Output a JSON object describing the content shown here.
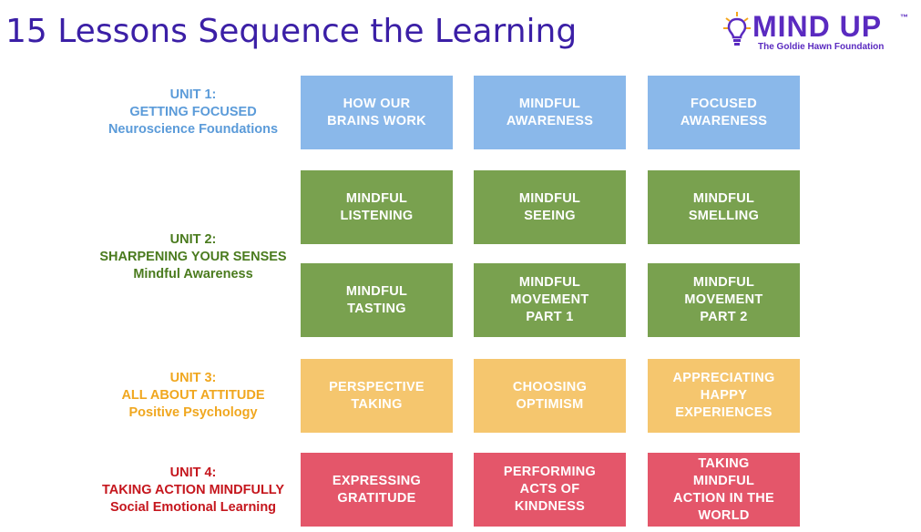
{
  "title": "15 Lessons Sequence the Learning",
  "logo": {
    "word": "MIND UP",
    "tm": "™",
    "subtitle": "The Goldie Hawn Foundation"
  },
  "colors": {
    "title": "#3b1fa6",
    "unit1": "#5b9bd9",
    "unit2": "#4a7b1e",
    "unit3": "#f0a71f",
    "unit4": "#c5161d",
    "tile_blue": "#8ab8ea",
    "tile_green": "#79a14f",
    "tile_yellow": "#f5c66e",
    "tile_red": "#e4566a"
  },
  "units": [
    {
      "line1": "UNIT 1:",
      "line2": "GETTING FOCUSED",
      "line3": "Neuroscience Foundations",
      "lessons": [
        "HOW OUR\nBRAINS WORK",
        "MINDFUL\nAWARENESS",
        "FOCUSED\nAWARENESS"
      ]
    },
    {
      "line1": "UNIT 2:",
      "line2": "SHARPENING YOUR SENSES",
      "line3": "Mindful Awareness",
      "lessons": [
        "MINDFUL\nLISTENING",
        "MINDFUL\nSEEING",
        "MINDFUL\nSMELLING",
        "MINDFUL\nTASTING",
        "MINDFUL\nMOVEMENT\nPART 1",
        "MINDFUL\nMOVEMENT\nPART 2"
      ]
    },
    {
      "line1": "UNIT 3:",
      "line2": "ALL ABOUT ATTITUDE",
      "line3": "Positive Psychology",
      "lessons": [
        "PERSPECTIVE\nTAKING",
        "CHOOSING\nOPTIMISM",
        "APPRECIATING\nHAPPY\nEXPERIENCES"
      ]
    },
    {
      "line1": "UNIT 4:",
      "line2": "TAKING ACTION MINDFULLY",
      "line3": "Social Emotional Learning",
      "lessons": [
        "EXPRESSING\nGRATITUDE",
        "PERFORMING\nACTS OF\nKINDNESS",
        "TAKING\nMINDFUL\nACTION IN THE\nWORLD"
      ]
    }
  ]
}
